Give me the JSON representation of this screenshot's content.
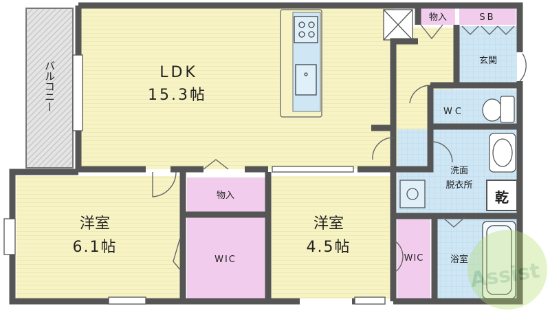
{
  "rooms": {
    "ldk": {
      "label": "LDK",
      "size": "15.3帖"
    },
    "balcony": {
      "label": "バルコニー"
    },
    "western_left": {
      "label": "洋室",
      "size": "6.1帖"
    },
    "western_right": {
      "label": "洋室",
      "size": "4.5帖"
    },
    "storage_top": {
      "label": "物入"
    },
    "shoe_box": {
      "label": "SB"
    },
    "entrance": {
      "label": "玄関"
    },
    "toilet": {
      "label": "WC"
    },
    "storage_mid": {
      "label": "物入"
    },
    "wic_left": {
      "label": "WIC"
    },
    "wic_right": {
      "label": "WIC"
    },
    "washroom": {
      "label_line1": "洗面",
      "label_line2": "脱衣所"
    },
    "dryer": {
      "label": "乾"
    },
    "bathroom": {
      "label": "浴室"
    }
  },
  "watermark": {
    "text": "Assist"
  },
  "colors": {
    "room_fill": "#f7f3c4",
    "tile_fill": "#cfe6f4",
    "storage_fill": "#f1ccec",
    "wall": "#555555",
    "balcony_fill": "#dedede"
  }
}
